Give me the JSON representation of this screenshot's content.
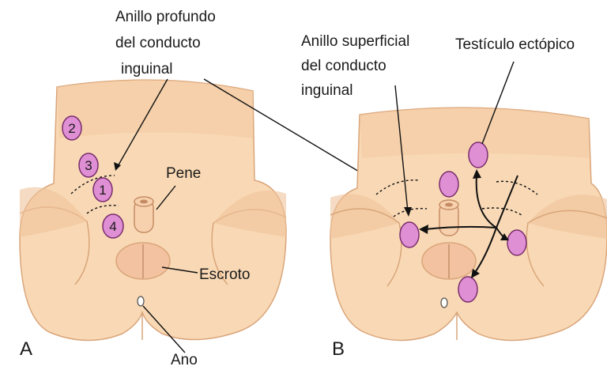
{
  "panel_a": {
    "letter": "A",
    "deep_ring_label": [
      "Anillo profundo",
      "del conducto",
      "inguinal"
    ],
    "penis_label": "Pene",
    "scrotum_label": "Escroto",
    "anus_label": "Ano",
    "positions": [
      "2",
      "3",
      "1",
      "4"
    ]
  },
  "panel_b": {
    "letter": "B",
    "superficial_ring_label": [
      "Anillo superficial",
      "del conducto",
      "inguinal"
    ],
    "ectopic_label": "Testículo ectópico"
  },
  "colors": {
    "skin": "#f9d9b5",
    "skin_shadow": "#eec39b",
    "outline": "#d9a57a",
    "testis": "#df8fd3",
    "testis_stroke": "#7a2e6e",
    "ink": "#1a1a1a"
  }
}
